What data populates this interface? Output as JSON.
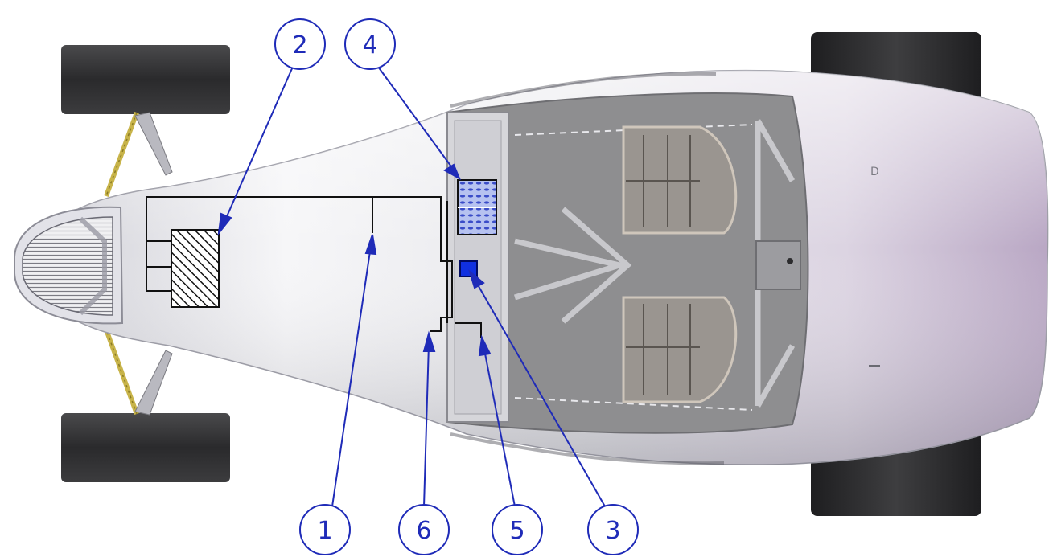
{
  "diagram": {
    "callouts": [
      {
        "id": "1",
        "label": "1"
      },
      {
        "id": "2",
        "label": "2"
      },
      {
        "id": "3",
        "label": "3"
      },
      {
        "id": "4",
        "label": "4"
      },
      {
        "id": "5",
        "label": "5"
      },
      {
        "id": "6",
        "label": "6"
      }
    ],
    "colors": {
      "callout": "#1f2bb8",
      "body_light": "#f4f4f6",
      "body_mid": "#d9d9df",
      "body_shadow": "#a9a9b3",
      "rear_tint": "#c9bdd1",
      "tire": "#2f2f31",
      "floor": "#8e8e90",
      "frame": "#c8c8cc",
      "spring": "#c8b44a",
      "outline": "#111111",
      "component_3": "#1030e0",
      "component_4": "#98a8e8"
    },
    "icons": {
      "hatched_box": "diagonal-hatch-box",
      "fluid_tank": "blue-dotted-box",
      "small_box": "solid-blue-square"
    }
  }
}
